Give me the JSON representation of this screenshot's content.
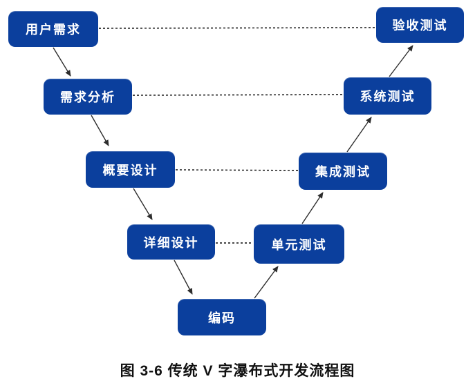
{
  "diagram": {
    "caption": "图 3-6 传统 V 字瀑布式开发流程图",
    "nodes": [
      {
        "id": "user-requirements",
        "label": "用户需求"
      },
      {
        "id": "requirements-analysis",
        "label": "需求分析"
      },
      {
        "id": "high-level-design",
        "label": "概要设计"
      },
      {
        "id": "detailed-design",
        "label": "详细设计"
      },
      {
        "id": "coding",
        "label": "编码"
      },
      {
        "id": "unit-testing",
        "label": "单元测试"
      },
      {
        "id": "integration-testing",
        "label": "集成测试"
      },
      {
        "id": "system-testing",
        "label": "系统测试"
      },
      {
        "id": "acceptance-testing",
        "label": "验收测试"
      }
    ],
    "edges_solid_arrows": [
      {
        "from": "用户需求",
        "to": "需求分析"
      },
      {
        "from": "需求分析",
        "to": "概要设计"
      },
      {
        "from": "概要设计",
        "to": "详细设计"
      },
      {
        "from": "详细设计",
        "to": "编码"
      },
      {
        "from": "编码",
        "to": "单元测试"
      },
      {
        "from": "单元测试",
        "to": "集成测试"
      },
      {
        "from": "集成测试",
        "to": "系统测试"
      },
      {
        "from": "系统测试",
        "to": "验收测试"
      }
    ],
    "edges_dashed": [
      {
        "from": "用户需求",
        "to": "验收测试"
      },
      {
        "from": "需求分析",
        "to": "系统测试"
      },
      {
        "from": "概要设计",
        "to": "集成测试"
      },
      {
        "from": "详细设计",
        "to": "单元测试"
      }
    ],
    "colors": {
      "node_fill": "#0b3f9d",
      "node_text": "#ffffff",
      "connector": "#2d2d2d",
      "caption_text": "#111111",
      "background": "#ffffff"
    }
  }
}
